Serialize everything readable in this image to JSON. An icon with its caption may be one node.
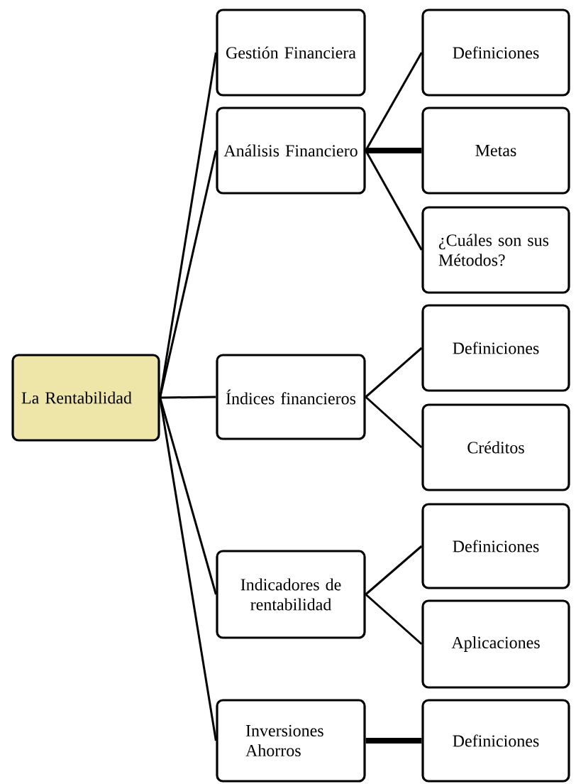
{
  "diagram": {
    "nodes": [
      {
        "text": [
          "La Rentabilidad"
        ]
      },
      {
        "text": [
          "Gestión Financiera"
        ]
      },
      {
        "text": [
          "Análisis Financiero"
        ]
      },
      {
        "text": [
          "Definiciones"
        ]
      },
      {
        "text": [
          "Metas"
        ]
      },
      {
        "text": [
          "¿Cuáles son sus Métodos?"
        ]
      },
      {
        "text": [
          "Índices financieros"
        ]
      },
      {
        "text": [
          "Definiciones"
        ]
      },
      {
        "text": [
          "Créditos"
        ]
      },
      {
        "text": [
          "Indicadores de rentabilidad"
        ]
      },
      {
        "text": [
          "Definiciones"
        ]
      },
      {
        "text": [
          "Aplicaciones"
        ]
      },
      {
        "text": [
          "Inversiones Ahorros"
        ]
      },
      {
        "text": [
          "Definiciones"
        ]
      }
    ],
    "edges": [
      {
        "from": 0,
        "to": 1,
        "arrow": "none"
      },
      {
        "from": 0,
        "to": 2,
        "arrow": "none"
      },
      {
        "from": 0,
        "to": 6,
        "arrow": "none"
      },
      {
        "from": 0,
        "to": 9,
        "arrow": "none"
      },
      {
        "from": 0,
        "to": 12,
        "arrow": "none"
      },
      {
        "from": 2,
        "to": 3,
        "arrow": "none"
      },
      {
        "from": 2,
        "to": 4,
        "arrow": "none",
        "style": "thick"
      },
      {
        "from": 2,
        "to": 5,
        "arrow": "none"
      },
      {
        "from": 6,
        "to": 7,
        "arrow": "none"
      },
      {
        "from": 6,
        "to": 8,
        "arrow": "none"
      },
      {
        "from": 9,
        "to": 10,
        "arrow": "none"
      },
      {
        "from": 9,
        "to": 11,
        "arrow": "none"
      },
      {
        "from": 12,
        "to": 13,
        "arrow": "none",
        "style": "thick"
      }
    ]
  }
}
